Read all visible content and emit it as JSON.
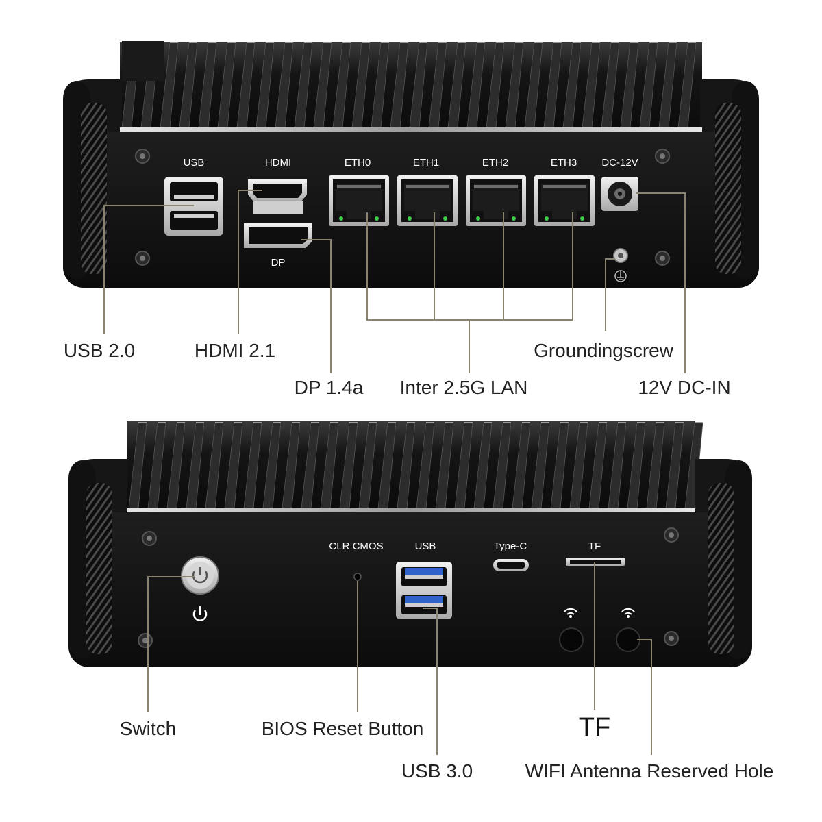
{
  "back_panel": {
    "port_labels": {
      "usb": "USB",
      "hdmi": "HDMI",
      "eth0": "ETH0",
      "eth1": "ETH1",
      "eth2": "ETH2",
      "eth3": "ETH3",
      "dc": "DC-12V",
      "dp": "DP"
    },
    "callouts": {
      "usb": "USB 2.0",
      "hdmi": "HDMI 2.1",
      "dp": "DP 1.4a",
      "lan": "Inter 2.5G LAN",
      "ground": "Groundingscrew",
      "dc": "12V DC-IN"
    }
  },
  "front_panel": {
    "port_labels": {
      "clr": "CLR CMOS",
      "usb": "USB",
      "typec": "Type-C",
      "tf": "TF"
    },
    "callouts": {
      "switch": "Switch",
      "bios": "BIOS Reset Button",
      "usb3": "USB 3.0",
      "tf": "TF",
      "wifi": "WIFI Antenna Reserved Hole"
    }
  },
  "colors": {
    "chassis": "#141414",
    "fins": "#1d1d1d",
    "silver": "#d8d8d8",
    "usb3_blue": "#2f63c9",
    "lan_led_green": "#3ecf4a",
    "leader_line": "#8a8370"
  }
}
